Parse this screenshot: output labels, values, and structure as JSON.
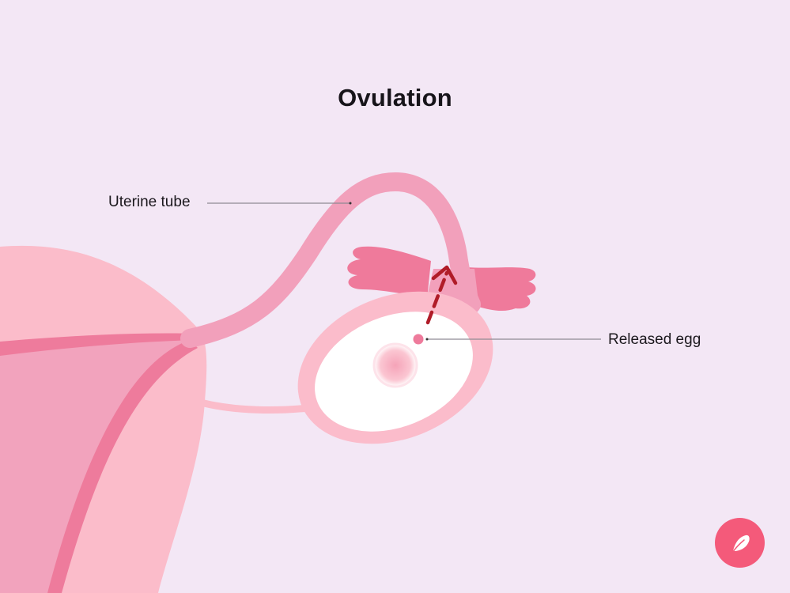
{
  "title": "Ovulation",
  "labels": {
    "uterine_tube": "Uterine tube",
    "released_egg": "Released egg"
  },
  "logo": {
    "icon": "feather-icon",
    "background": "#f45a7a"
  },
  "colors": {
    "background": "#f3e7f5",
    "uterus_light": "#fbbcca",
    "uterus_mid": "#f2a3bd",
    "uterus_dark": "#ee7b9c",
    "tube": "#f2a0bb",
    "fimbriae": "#ef7a9b",
    "ovary_ring": "#fbbccb",
    "ovary_inner": "#ffffff",
    "egg": "#ee7b9c",
    "arrow": "#b01c28",
    "leader_line": "#8f8a93"
  }
}
